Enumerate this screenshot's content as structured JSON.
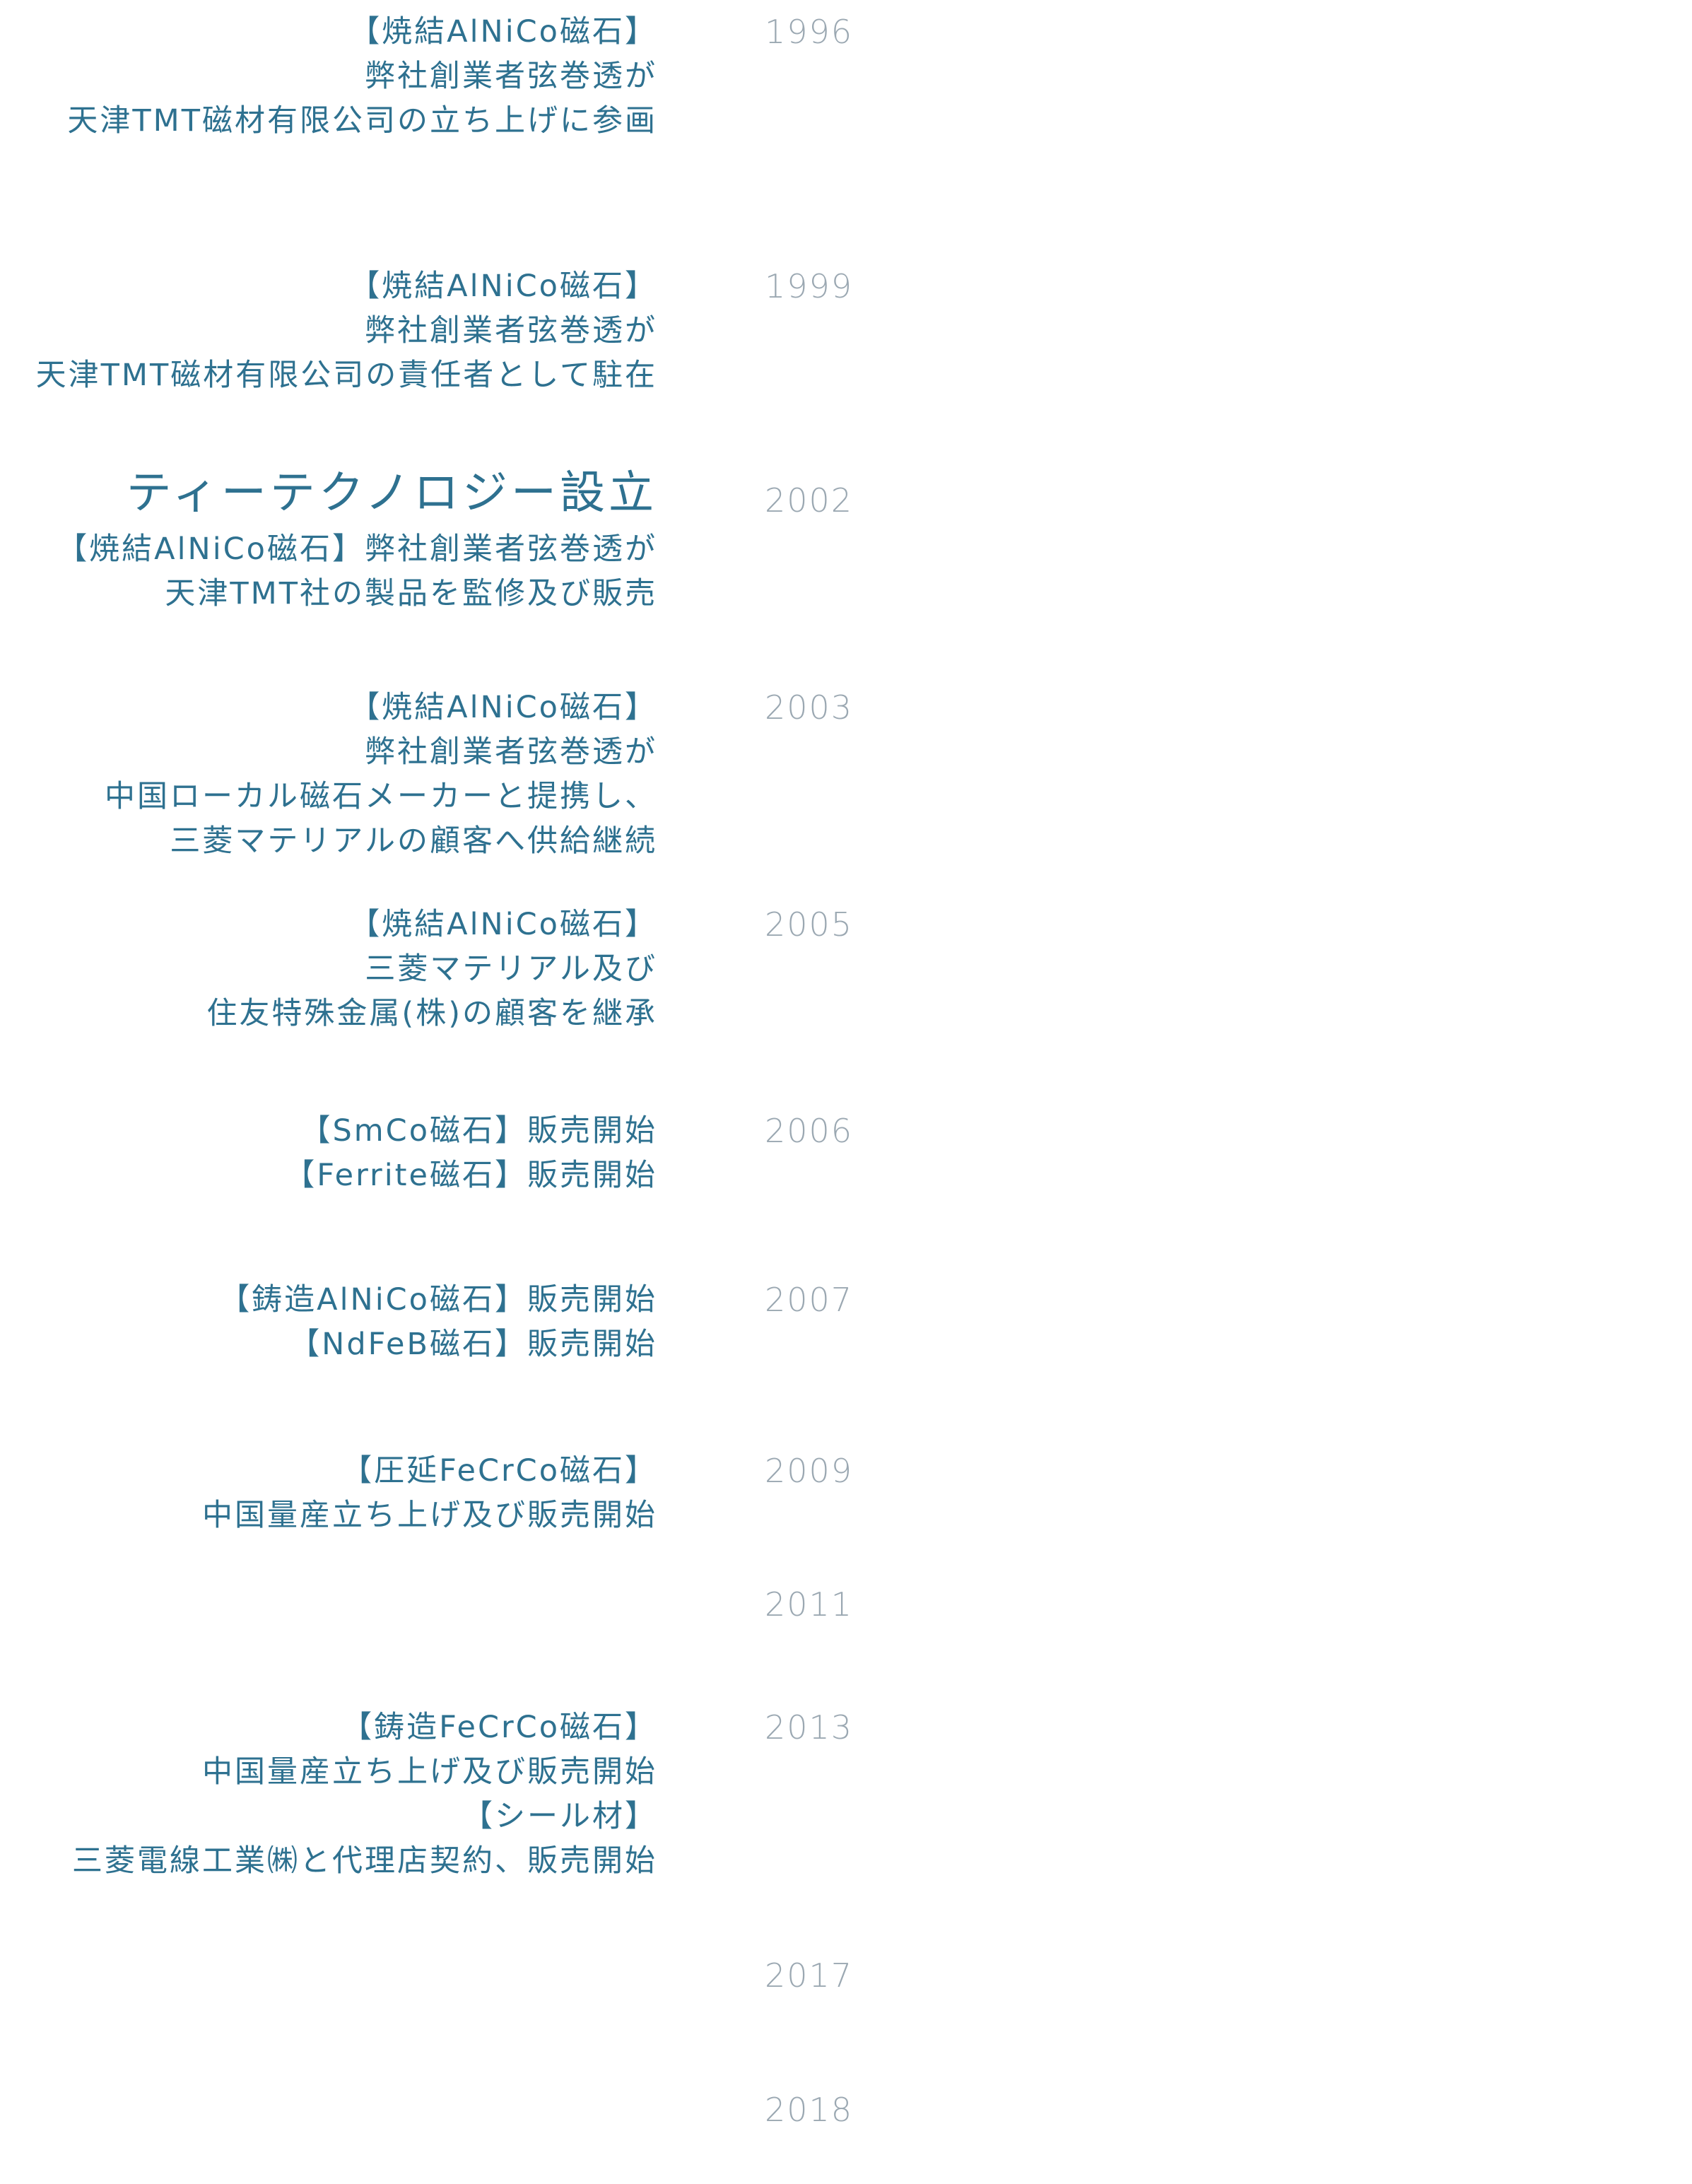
{
  "timeline": {
    "entries": [
      {
        "year": "1996",
        "lines": [
          "【焼結AlNiCo磁石】",
          "弊社創業者弦巻透が",
          "天津TMT磁材有限公司の立ち上げに参画"
        ]
      },
      {
        "year": "1999",
        "lines": [
          "【焼結AlNiCo磁石】",
          "弊社創業者弦巻透が",
          "天津TMT磁材有限公司の責任者として駐在"
        ]
      },
      {
        "year": "2002",
        "headline": "ティーテクノロジー設立",
        "lines": [
          "【焼結AlNiCo磁石】弊社創業者弦巻透が",
          "天津TMT社の製品を監修及び販売"
        ]
      },
      {
        "year": "2003",
        "lines": [
          "【焼結AlNiCo磁石】",
          "弊社創業者弦巻透が",
          "中国ローカル磁石メーカーと提携し、",
          "三菱マテリアルの顧客へ供給継続"
        ]
      },
      {
        "year": "2005",
        "lines": [
          "【焼結AlNiCo磁石】",
          "三菱マテリアル及び",
          "住友特殊金属(株)の顧客を継承"
        ]
      },
      {
        "year": "2006",
        "lines": [
          "【SmCo磁石】販売開始",
          "【Ferrite磁石】販売開始"
        ]
      },
      {
        "year": "2007",
        "lines": [
          "【鋳造AlNiCo磁石】販売開始",
          "【NdFeB磁石】販売開始"
        ]
      },
      {
        "year": "2009",
        "lines": [
          "【圧延FeCrCo磁石】",
          "中国量産立ち上げ及び販売開始"
        ]
      },
      {
        "year": "2011",
        "lines": []
      },
      {
        "year": "2013",
        "lines": [
          "【鋳造FeCrCo磁石】",
          "中国量産立ち上げ及び販売開始",
          "【シール材】",
          "三菱電線工業㈱と代理店契約、販売開始"
        ]
      },
      {
        "year": "2017",
        "lines": []
      },
      {
        "year": "2018",
        "lines": []
      }
    ]
  },
  "colors": {
    "description_text": "#2e7190",
    "year_text": "#9ba8b2",
    "background": "#ffffff"
  }
}
